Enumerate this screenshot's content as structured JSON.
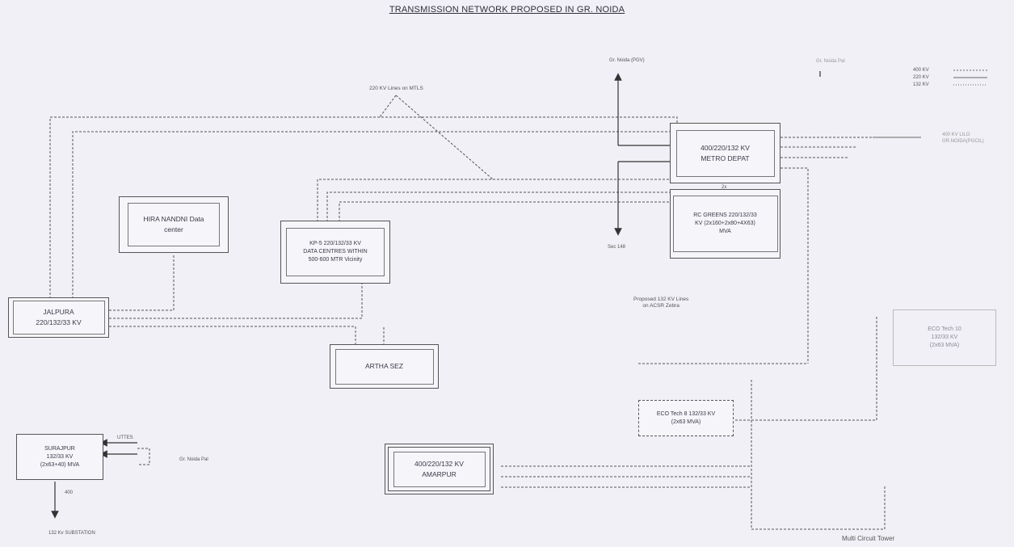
{
  "title": "TRANSMISSION NETWORK PROPOSED IN GR. NOIDA",
  "nodes": {
    "hira": "HIRA NANDNI Data\ncenter",
    "kp5": "KP-5 220/132/33 KV\nDATA CENTRES WITHIN\n500-600 MTR Vicinity",
    "jalpura": "JALPURA\n220/132/33 KV",
    "artha": "ARTHA SEZ",
    "surajpur": "SURAJPUR\n132/33 KV\n(2x63+40) MVA",
    "amarpur": "400/220/132 KV\nAMARPUR",
    "metro": "400/220/132 KV\nMETRO DEPAT",
    "rcgreens": "RC GREENS   220/132/33\nKV (2x160+2x80+4X63)\nMVA",
    "ecotech8": "ECO Tech 8 132/33 KV\n(2x63 MVA)",
    "ecotech10": "ECO Tech 10\n132/33 KV\n(2x63 MVA)"
  },
  "annotations": {
    "lines_220_mtls": "220 KV Lines on MTLS",
    "gr_noida_pgv": "Gr. Noida (PGV)",
    "sec_148": "Sec 148",
    "proposed_132": "Proposed 132 KV Lines\non ACSR Zebra",
    "multi_circuit": "Multi Circuit Tower",
    "uttes": "UTTES",
    "gr_noida_pal": "Gr. Noida Pal",
    "note_400": "400",
    "surajpur_bottom": "132 Kv SUBSTATION",
    "metro_right": "400 KV LILO\nGR.NOIDA(PGCIL)",
    "top_right_gr": "Gr. Noida Pal",
    "metro_note": "2x"
  },
  "legend": {
    "items": [
      "400 KV",
      "220 KV",
      "132 KV"
    ]
  }
}
